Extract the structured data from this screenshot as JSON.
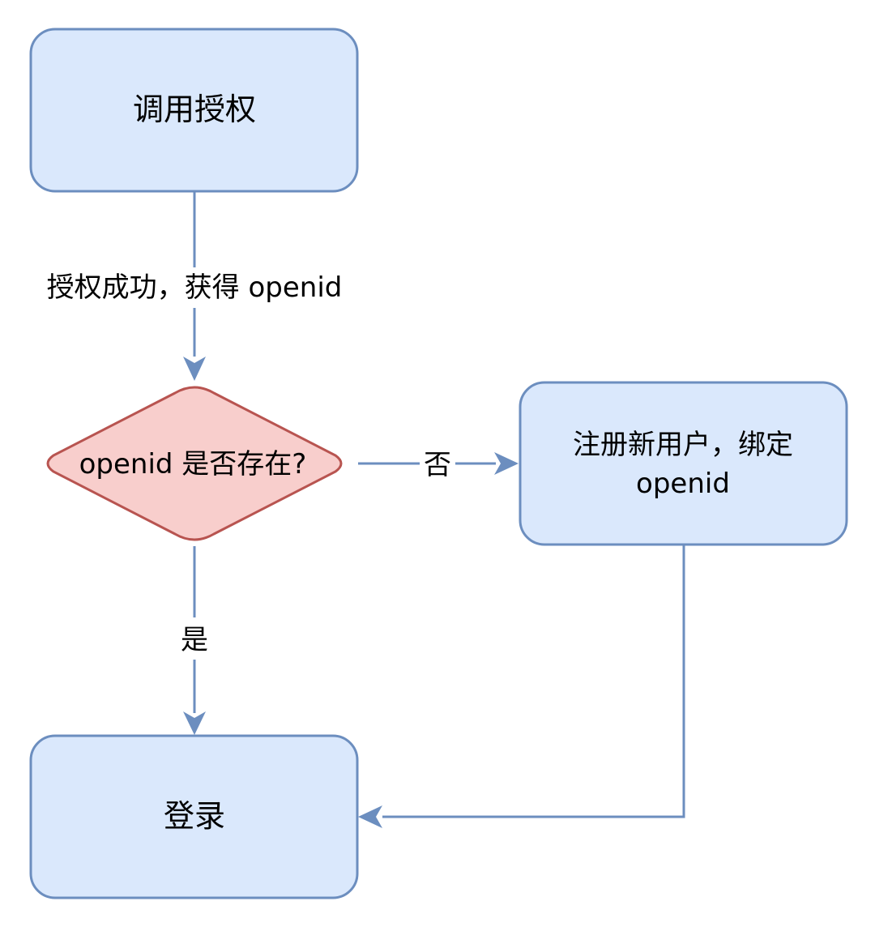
{
  "colors": {
    "process_fill": "#dae8fc",
    "process_stroke": "#6c8ebf",
    "decision_fill": "#f8cecc",
    "decision_stroke": "#b85450",
    "edge": "#6c8ebf",
    "text": "#000000"
  },
  "nodes": {
    "call_auth": {
      "label": "调用授权"
    },
    "check_openid": {
      "label": "openid 是否存在?"
    },
    "register": {
      "line1": "注册新用户，绑定",
      "line2": "openid"
    },
    "login": {
      "label": "登录"
    }
  },
  "edges": {
    "auth_success": {
      "label": "授权成功，获得 openid"
    },
    "no": {
      "label": "否"
    },
    "yes": {
      "label": "是"
    }
  }
}
